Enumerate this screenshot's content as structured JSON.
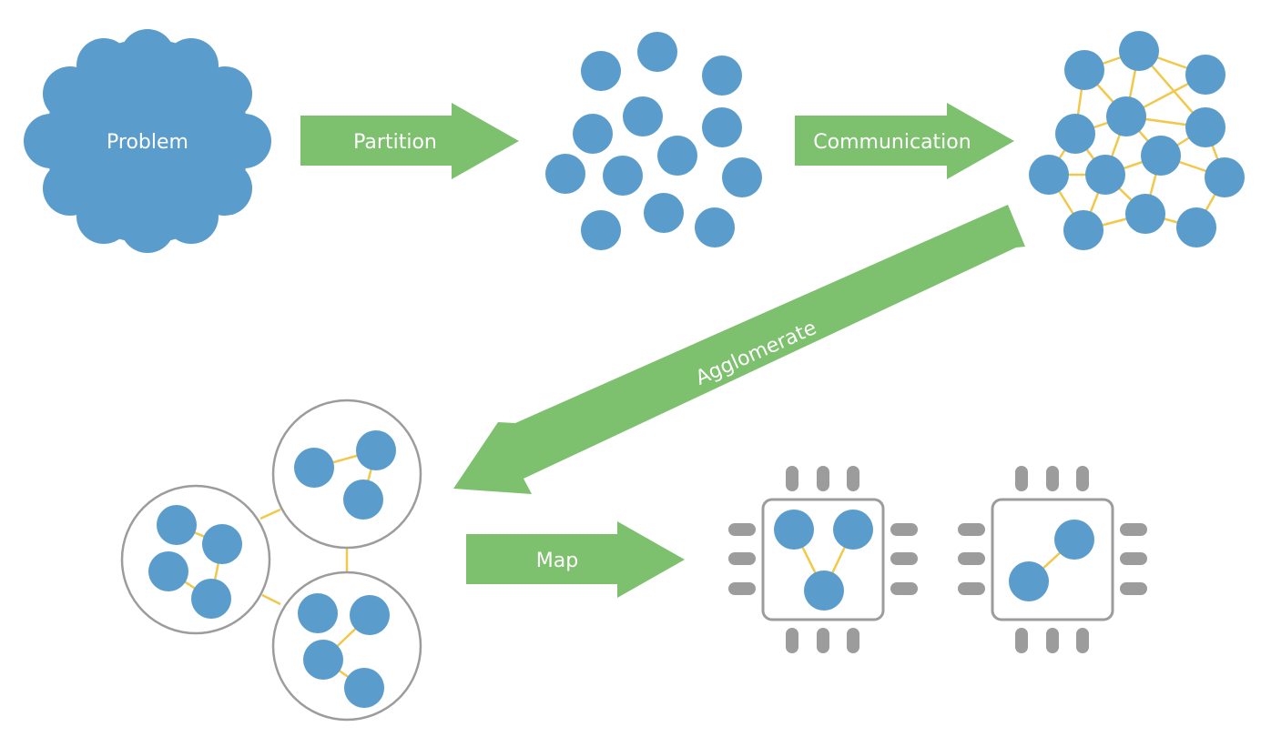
{
  "colors": {
    "node": "#5a9ccc",
    "arrow": "#7dc06e",
    "edge": "#f2c84b",
    "group_ring": "#9c9c9c",
    "chip": "#9c9c9c",
    "text": "#ffffff",
    "background": "#ffffff"
  },
  "problem": {
    "label": "Problem"
  },
  "steps": {
    "partition": {
      "label": "Partition"
    },
    "communication": {
      "label": "Communication"
    },
    "agglomerate": {
      "label": "Agglomerate"
    },
    "map": {
      "label": "Map"
    }
  }
}
